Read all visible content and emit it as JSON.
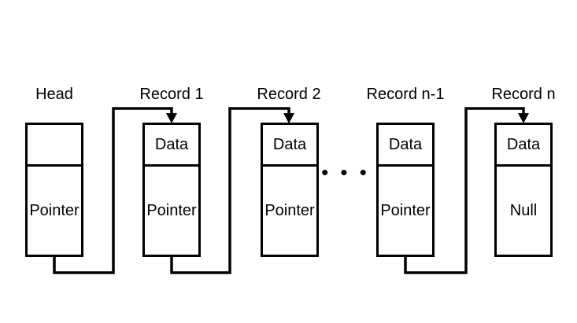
{
  "diagram": {
    "type": "singly-linked-list",
    "background_color": "#ffffff",
    "line_color": "#000000",
    "text_color": "#000000",
    "ellipsis": "• • •",
    "nodes": [
      {
        "label": "Head",
        "cells": [
          "",
          "Pointer"
        ]
      },
      {
        "label": "Record 1",
        "cells": [
          "Data",
          "Pointer"
        ]
      },
      {
        "label": "Record 2",
        "cells": [
          "Data",
          "Pointer"
        ]
      },
      {
        "label": "Record n-1",
        "cells": [
          "Data",
          "Pointer"
        ]
      },
      {
        "label": "Record n",
        "cells": [
          "Data",
          "Null"
        ]
      }
    ],
    "edges": [
      {
        "from": "Head",
        "from_cell": "Pointer",
        "to": "Record 1"
      },
      {
        "from": "Record 1",
        "from_cell": "Pointer",
        "to": "Record 2"
      },
      {
        "from": "Record n-1",
        "from_cell": "Pointer",
        "to": "Record n"
      }
    ]
  }
}
